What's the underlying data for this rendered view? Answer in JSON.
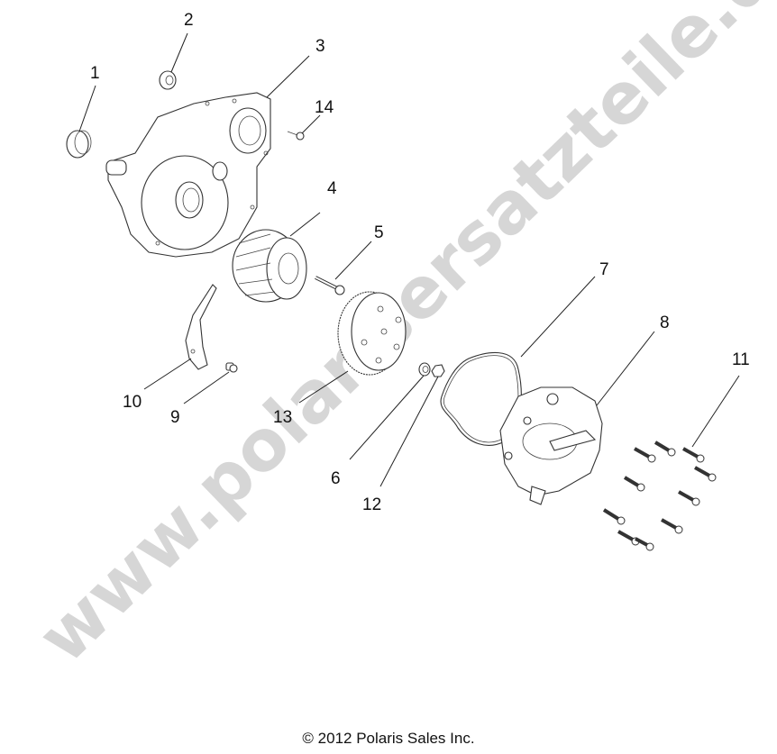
{
  "diagram": {
    "type": "exploded parts diagram",
    "subject": "Engine stator / flywheel / side cover assembly",
    "callouts": [
      {
        "id": "1",
        "label": "1",
        "part": "seal ring"
      },
      {
        "id": "2",
        "label": "2",
        "part": "bearing"
      },
      {
        "id": "3",
        "label": "3",
        "part": "crankcase cover"
      },
      {
        "id": "4",
        "label": "4",
        "part": "stator"
      },
      {
        "id": "5",
        "label": "5",
        "part": "bolt"
      },
      {
        "id": "6",
        "label": "6",
        "part": "washer"
      },
      {
        "id": "7",
        "label": "7",
        "part": "gasket"
      },
      {
        "id": "8",
        "label": "8",
        "part": "magneto cover"
      },
      {
        "id": "9",
        "label": "9",
        "part": "screw"
      },
      {
        "id": "10",
        "label": "10",
        "part": "bracket"
      },
      {
        "id": "11",
        "label": "11",
        "part": "cover bolts"
      },
      {
        "id": "12",
        "label": "12",
        "part": "nut"
      },
      {
        "id": "13",
        "label": "13",
        "part": "flywheel"
      },
      {
        "id": "14",
        "label": "14",
        "part": "bolt"
      }
    ]
  },
  "watermark": {
    "text": "www.polarisersatzteile.de",
    "color": "#cfcfcf"
  },
  "footer": {
    "copyright": "© 2012 Polaris Sales Inc."
  }
}
